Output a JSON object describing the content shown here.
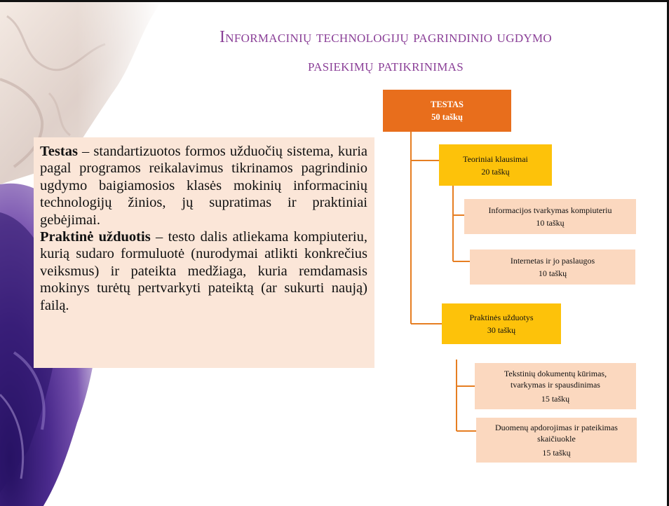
{
  "title": {
    "line1": "Informacinių technologijų pagrindinio ugdymo",
    "line2": "pasiekimų patikrinimas"
  },
  "definitions": {
    "testas_term": "Testas",
    "testas_text": " – standartizuotos formos užduočių sistema, kuria pagal programos reikalavimus tikrinamos pagrindinio ugdymo baigiamosios klasės mokinių informacinių technologijų žinios, jų supratimas ir praktiniai gebėjimai.",
    "praktine_term": "Praktinė užduotis",
    "praktine_text": " – testo dalis atliekama kompiuteriu, kurią sudaro formuluotė (nurodymai atlikti konkrečius veiksmus) ir pateikta medžiaga, kuria remdamasis mokinys turėtų pertvarkyti pateiktą (ar sukurti naują) failą."
  },
  "diagram": {
    "root": {
      "title": "TESTAS",
      "points": "50 taškų"
    },
    "theory": {
      "title": "Teoriniai klausimai",
      "points": "20 taškų",
      "children": [
        {
          "title": "Informacijos tvarkymas kompiuteriu",
          "points": "10 taškų"
        },
        {
          "title": "Internetas ir jo paslaugos",
          "points": "10 taškų"
        }
      ]
    },
    "practice": {
      "title": "Praktinės užduotys",
      "points": "30 taškų",
      "children": [
        {
          "title_line1": "Tekstinių dokumentų kūrimas,",
          "title_line2": "tvarkymas ir spausdinimas",
          "points": "15 taškų"
        },
        {
          "title_line1": "Duomenų apdorojimas ir pateikimas",
          "title_line2": "skaičiuokle",
          "points": "15 taškų"
        }
      ]
    }
  },
  "colors": {
    "title": "#8a3f97",
    "root": "#e86e1c",
    "level1": "#fdc20a",
    "level2": "#fbd8bf",
    "connector": "#e67e22",
    "textbox": "#fbe6d8"
  }
}
